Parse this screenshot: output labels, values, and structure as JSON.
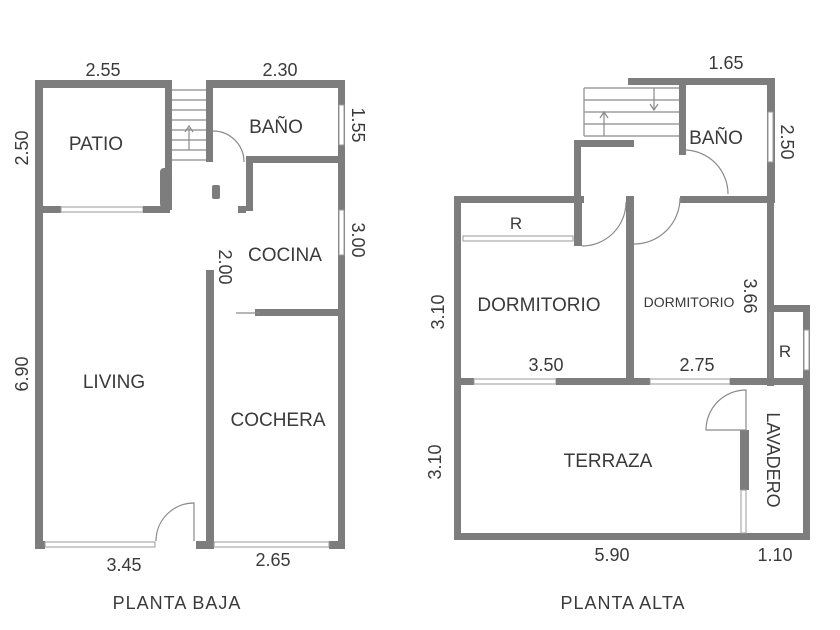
{
  "plans": {
    "ground": {
      "title": "PLANTA BAJA",
      "rooms": {
        "patio": "PATIO",
        "bano": "BAÑO",
        "cocina": "COCINA",
        "living": "LIVING",
        "cochera": "COCHERA"
      },
      "dims": {
        "top_left": "2.55",
        "top_right": "2.30",
        "left_patio": "2.50",
        "right_bano": "1.55",
        "right_cocina": "3.00",
        "hall": "2.00",
        "left_living": "6.90",
        "bottom_left": "3.45",
        "bottom_right": "2.65"
      }
    },
    "upper": {
      "title": "PLANTA ALTA",
      "rooms": {
        "bano": "BAÑO",
        "dormitorio_1": "DORMITORIO",
        "dormitorio_2": "DORMITORIO",
        "terraza": "TERRAZA",
        "lavadero": "LAVADERO",
        "closet_1": "R",
        "closet_2": "R"
      },
      "dims": {
        "top_bano": "1.65",
        "right_bano": "2.50",
        "left_dorm": "3.10",
        "right_dorm": "3.66",
        "mid_left": "3.50",
        "mid_right": "2.75",
        "left_terraza": "3.10",
        "bottom_left": "5.90",
        "bottom_right": "1.10"
      }
    }
  }
}
